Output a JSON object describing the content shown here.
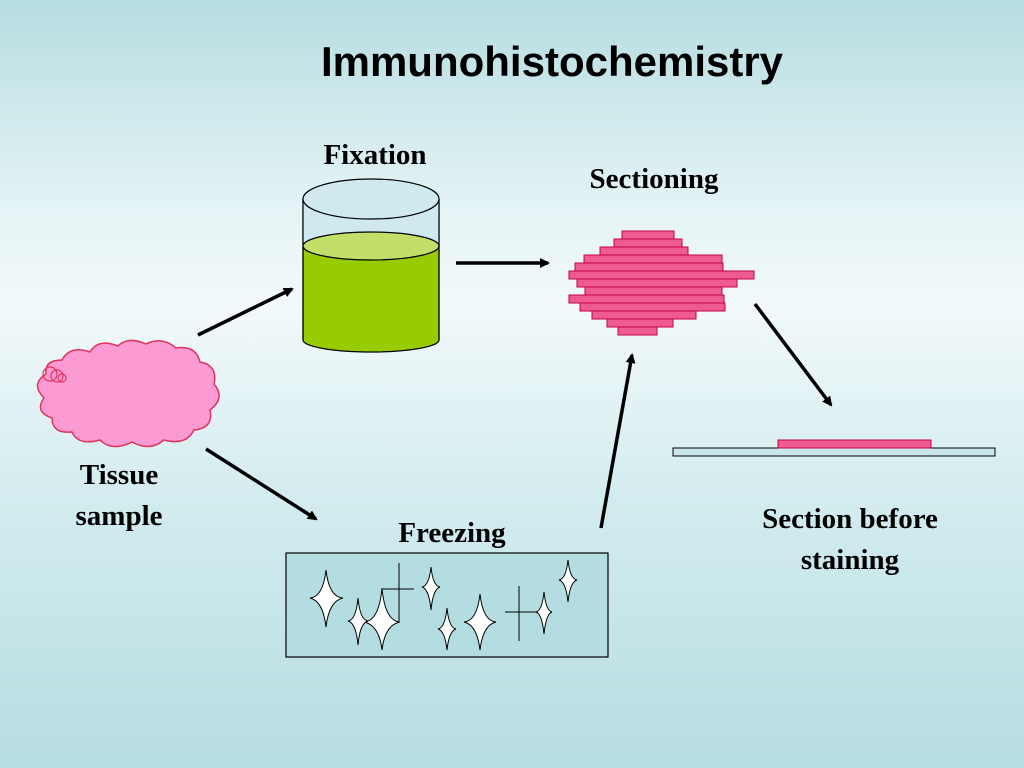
{
  "title": "Immunohistochemistry",
  "labels": {
    "fixation": "Fixation",
    "sectioning": "Sectioning",
    "tissue_sample_line1": "Tissue",
    "tissue_sample_line2": "sample",
    "freezing": "Freezing",
    "section_before_staining_line1": "Section before",
    "section_before_staining_line2": "staining"
  },
  "colors": {
    "tissue": "#fc9bd3",
    "section": "#ef5b90",
    "fixative_liquid": "#99cc00",
    "fixative_surface": "#c3df6a",
    "beaker_glass": "#cfe9ef",
    "freezer_box": "#b4dde1",
    "slide": "#c9e7ea"
  },
  "icons": [
    "tissue-blob-icon",
    "beaker-icon",
    "section-stack-icon",
    "freezer-box-icon",
    "ice-crystal-icon",
    "microscope-slide-icon"
  ]
}
